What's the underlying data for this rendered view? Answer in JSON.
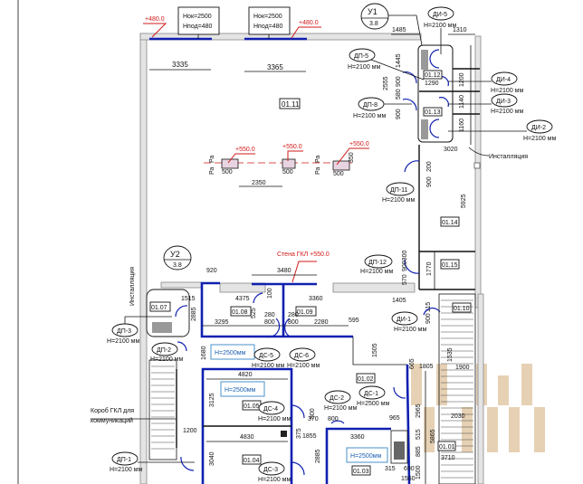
{
  "axes": {
    "u1": {
      "label": "У1",
      "value": "3.8"
    },
    "u2": {
      "label": "У2",
      "value": "3.8"
    }
  },
  "windows": [
    {
      "nok": "Нок=2500",
      "npod": "Нпод=480",
      "level": "+480.0"
    },
    {
      "nok": "Нок=2500",
      "npod": "Нпод=480",
      "level": "+480.0"
    }
  ],
  "rooms": [
    "01.11",
    "01.12",
    "01.13",
    "01.14",
    "01.15",
    "01.10",
    "01.07",
    "01.08",
    "01.09",
    "01.02",
    "01.05",
    "01.04",
    "01.03",
    "01.01"
  ],
  "doors": {
    "di5": {
      "tag": "ДИ-5",
      "h": "H=2100 мм"
    },
    "di4": {
      "tag": "ДИ-4",
      "h": "H=2100 мм"
    },
    "di3": {
      "tag": "ДИ-3",
      "h": "H=2100 мм"
    },
    "di2": {
      "tag": "ДИ-2",
      "h": "H=2100 мм"
    },
    "di1": {
      "tag": "ДИ-1",
      "h": "H=2100 мм"
    },
    "dp5": {
      "tag": "ДП-5",
      "h": "H=2100 мм"
    },
    "dp8": {
      "tag": "ДП-8",
      "h": "H=2100 мм"
    },
    "dp11": {
      "tag": "ДП-11",
      "h": "H=2100 мм"
    },
    "dp12": {
      "tag": "ДП-12",
      "h": "H=2100 мм"
    },
    "dp3": {
      "tag": "ДП-3",
      "h": "H=2100 мм"
    },
    "dp2": {
      "tag": "ДП-2",
      "h": "H=2100 мм"
    },
    "dp1": {
      "tag": "ДП-1",
      "h": "H=2100 мм"
    },
    "ds5": {
      "tag": "ДС-5",
      "h": "H=2100 мм"
    },
    "ds6": {
      "tag": "ДС-6",
      "h": "H=2100 мм"
    },
    "ds4": {
      "tag": "ДС-4",
      "h": "H=2100 мм"
    },
    "ds3": {
      "tag": "ДС-3",
      "h": "H=2100 мм"
    },
    "ds2": {
      "tag": "ДС-2",
      "h": "H=2100 мм"
    },
    "ds1": {
      "tag": "ДС-1",
      "h": "H=2500 мм"
    }
  },
  "ceiling_heights": [
    "H=2500мм",
    "H=2500мм",
    "H=2500мм"
  ],
  "levels": {
    "pad1": "+550.0",
    "pad2": "+550.0",
    "pad3": "+550.0",
    "gkl_wall": "Стена ГКЛ +550.0"
  },
  "pads": {
    "size": "500",
    "ra": "Ра",
    "d350": "350"
  },
  "notes": {
    "install1": "Инсталляция",
    "install2": "Инсталляция",
    "gkl_box_1": "Короб ГКЛ для",
    "gkl_box_2": "коммуникаций"
  },
  "dims": {
    "d3335": "3335",
    "d3365": "3365",
    "d1485": "1485",
    "d1310": "1310",
    "d2555": "2555",
    "d1445": "1445",
    "d900a": "900",
    "d580": "580",
    "d900b": "900",
    "d1290": "1290",
    "d1200a": "1200",
    "d1140": "1140",
    "d1160": "1160",
    "d3020": "3020",
    "d2350": "2350",
    "d200": "200",
    "d900c": "900",
    "d5925": "5925",
    "d1770": "1770",
    "d570": "570",
    "d900300": "900300",
    "d1405": "1405",
    "d115": "115",
    "d900d": "900",
    "d920": "920",
    "d3480": "3480",
    "d1515": "1515",
    "d4375": "4375",
    "d100": "100",
    "d3360a": "3360",
    "d2885a": "2885",
    "d525": "525",
    "d280a": "280",
    "d280b": "280",
    "d3295": "3295",
    "d800a": "800",
    "d800b": "800",
    "d2280": "2280",
    "d595": "595",
    "d1680": "1680",
    "d1505": "1505",
    "d4820": "4820",
    "d3125": "3125",
    "d4830": "4830",
    "d3040": "3040",
    "d1200b": "1200",
    "d800c": "800",
    "d370": "370",
    "d800d": "800",
    "d375": "375",
    "d1855": "1855",
    "d2885b": "2885",
    "d965": "965",
    "d3360b": "3360",
    "d315": "315",
    "d690": "690",
    "d1560": "1560",
    "d1500": "1500",
    "d665": "665",
    "d1805": "1805",
    "d1535": "1535",
    "d1900": "1900",
    "d2965": "2965",
    "d515": "515",
    "d885": "885",
    "d5865": "5865",
    "d2030": "2030",
    "d3710": "3710"
  }
}
